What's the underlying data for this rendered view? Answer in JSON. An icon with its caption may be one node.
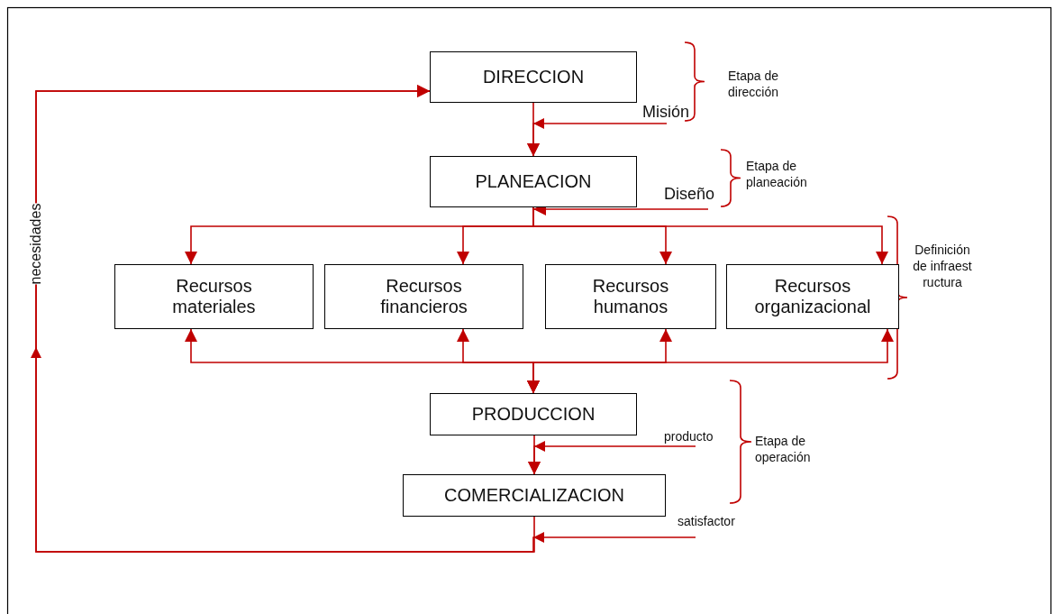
{
  "diagram": {
    "nodes": [
      {
        "text": [
          "DIRECCION"
        ]
      },
      {
        "text": [
          "PLANEACION"
        ]
      },
      {
        "text": [
          "Recursos materiales"
        ]
      },
      {
        "text": [
          "Recursos financieros"
        ]
      },
      {
        "text": [
          "Recursos humanos"
        ]
      },
      {
        "text": [
          "Recursos organizacional"
        ]
      },
      {
        "text": [
          "PRODUCCION"
        ]
      },
      {
        "text": [
          "COMERCIALIZACION"
        ]
      }
    ],
    "edges": [
      {
        "from": 0,
        "to": 1,
        "arrow": "to"
      },
      {
        "from": null,
        "to": 1,
        "arrow": "to",
        "label": "Misión"
      },
      {
        "from": 1,
        "to": 2,
        "arrow": "to"
      },
      {
        "from": 1,
        "to": 3,
        "arrow": "to"
      },
      {
        "from": 1,
        "to": 4,
        "arrow": "to"
      },
      {
        "from": 1,
        "to": 5,
        "arrow": "to"
      },
      {
        "from": null,
        "to": 1,
        "arrow": "to",
        "label": "Diseño"
      },
      {
        "from": 2,
        "to": 6,
        "arrow": "both"
      },
      {
        "from": 3,
        "to": 6,
        "arrow": "both"
      },
      {
        "from": 4,
        "to": 6,
        "arrow": "both"
      },
      {
        "from": 5,
        "to": 6,
        "arrow": "both"
      },
      {
        "from": 6,
        "to": 7,
        "arrow": "to"
      },
      {
        "from": null,
        "to": 7,
        "arrow": "to",
        "label": "producto"
      },
      {
        "from": 7,
        "to": 0,
        "arrow": "to",
        "label": "necesidades"
      },
      {
        "from": null,
        "to": 0,
        "arrow": "to",
        "label": "satisfactor"
      }
    ],
    "labels": [
      "Etapa de dirección",
      "Etapa de planeación",
      "Definición de infraestructura",
      "Etapa de operación"
    ]
  }
}
